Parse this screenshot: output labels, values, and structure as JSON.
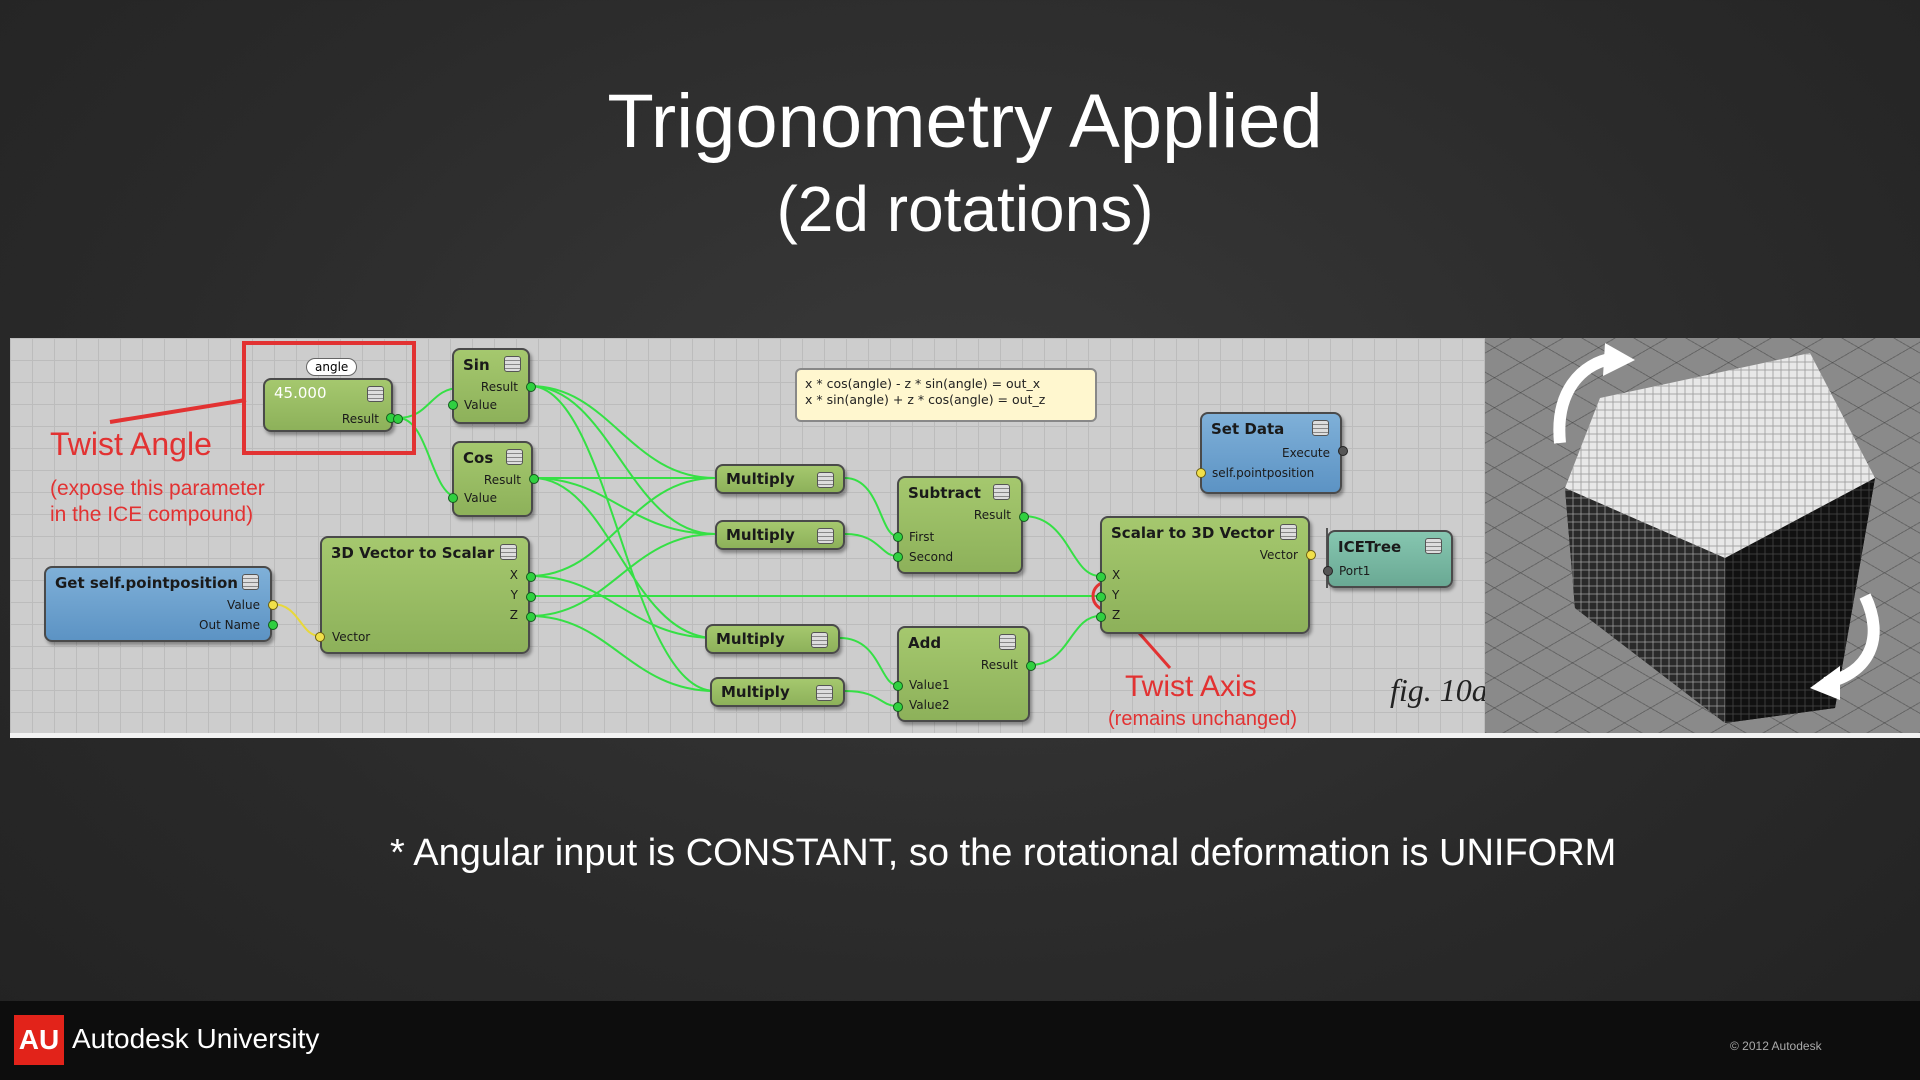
{
  "slide": {
    "title": "Trigonometry Applied",
    "subtitle": "(2d rotations)",
    "footnote": "* Angular input is CONSTANT, so the rotational deformation is UNIFORM"
  },
  "figure": {
    "annotations": {
      "twist_angle": "Twist Angle",
      "twist_angle_note_1": "(expose this parameter",
      "twist_angle_note_2": "in the ICE compound)",
      "twist_axis": "Twist Axis",
      "twist_axis_note": "(remains unchanged)",
      "fig_label": "fig. 10a"
    },
    "formula": {
      "line1": "x * cos(angle) - z * sin(angle) = out_x",
      "line2": "x * sin(angle) + z * cos(angle) = out_z"
    },
    "nodes": {
      "angle": {
        "label": "angle",
        "value": "45.000",
        "result": "Result"
      },
      "sin": {
        "title": "Sin",
        "result": "Result",
        "value": "Value"
      },
      "cos": {
        "title": "Cos",
        "result": "Result",
        "value": "Value"
      },
      "get_pos": {
        "title": "Get self.pointposition",
        "value": "Value",
        "out_name": "Out Name"
      },
      "vec_to_scalar": {
        "title": "3D Vector to Scalar",
        "x": "X",
        "y": "Y",
        "z": "Z",
        "vector": "Vector"
      },
      "multiply_1": {
        "title": "Multiply"
      },
      "multiply_2": {
        "title": "Multiply"
      },
      "multiply_3": {
        "title": "Multiply"
      },
      "multiply_4": {
        "title": "Multiply"
      },
      "subtract": {
        "title": "Subtract",
        "result": "Result",
        "first": "First",
        "second": "Second"
      },
      "add": {
        "title": "Add",
        "result": "Result",
        "value1": "Value1",
        "value2": "Value2"
      },
      "scalar_to_vec": {
        "title": "Scalar to 3D Vector",
        "vector": "Vector",
        "x": "X",
        "y": "Y",
        "z": "Z"
      },
      "set_data": {
        "title": "Set Data",
        "execute": "Execute",
        "port": "self.pointposition"
      },
      "icetree": {
        "title": "ICETree",
        "port": "Port1"
      }
    }
  },
  "footer": {
    "logo": "AU",
    "brand": "Autodesk University",
    "copyright": "© 2012 Autodesk"
  },
  "colors": {
    "highlight_red": "#e23232",
    "wire_green": "#35e045",
    "wire_yellow": "#e8d83a",
    "footer_red": "#e2231a"
  }
}
